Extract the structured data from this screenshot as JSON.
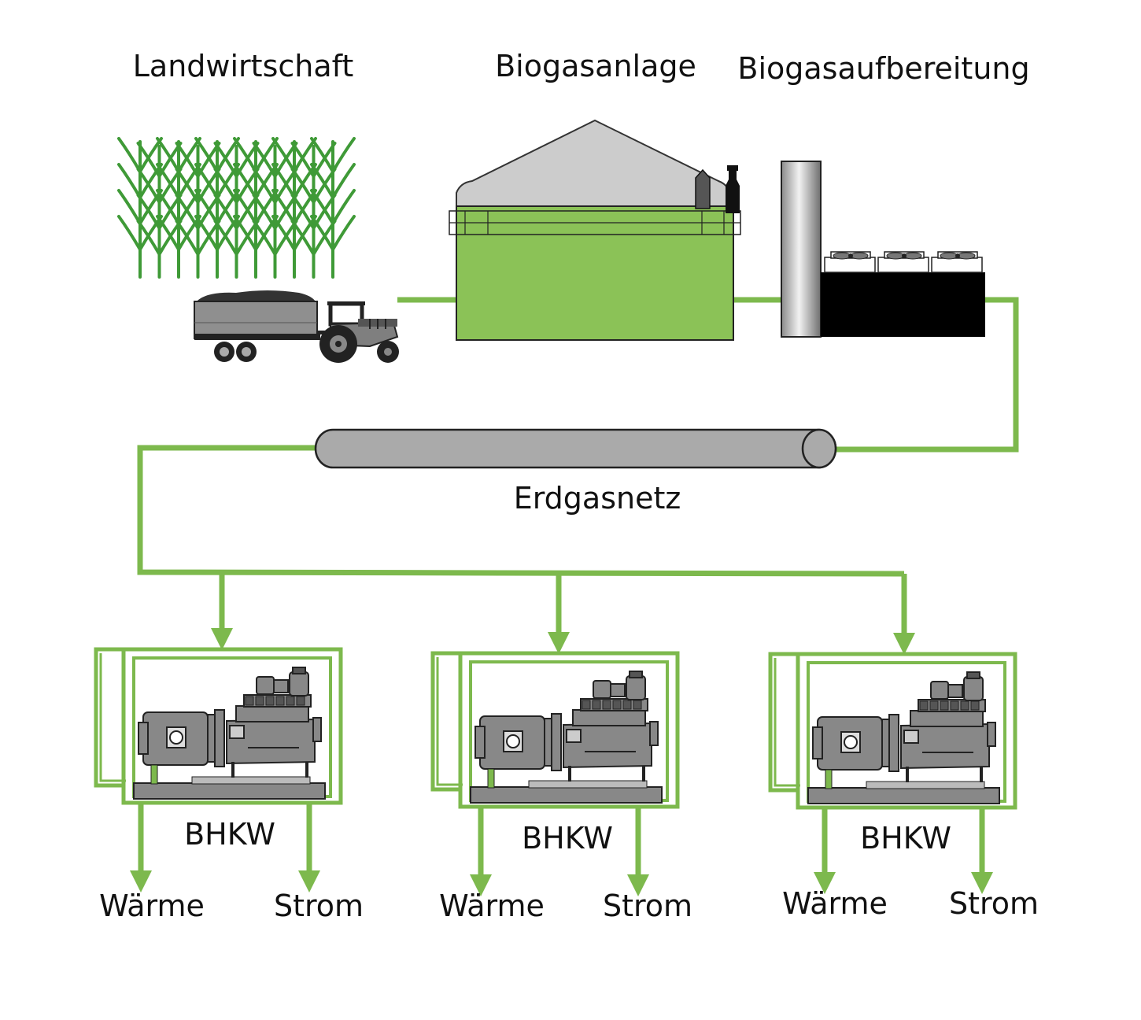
{
  "labels": {
    "landwirtschaft": "Landwirtschaft",
    "biogasanlage": "Biogasanlage",
    "biogasaufbereitung": "Biogasaufbereitung",
    "erdgasnetz": "Erdgasnetz"
  },
  "units": [
    {
      "name": "BHKW",
      "heat": "Wärme",
      "power": "Strom"
    },
    {
      "name": "BHKW",
      "heat": "Wärme",
      "power": "Strom"
    },
    {
      "name": "BHKW",
      "heat": "Wärme",
      "power": "Strom"
    }
  ],
  "colors": {
    "pipe_green": "#7db94d",
    "digester_green": "#8bc257",
    "roof_gray": "#cccccc",
    "machine_gray": "#888888",
    "pipe_gray": "#aaaaaa",
    "corn_green": "#3f9a37"
  }
}
